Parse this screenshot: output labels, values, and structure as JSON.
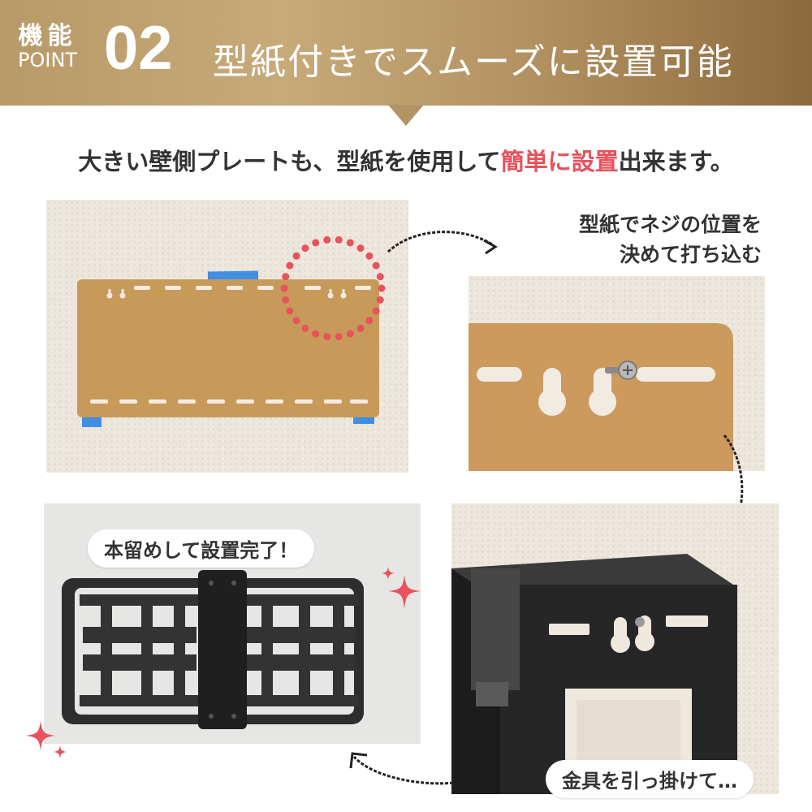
{
  "header": {
    "badge_line1": "機能",
    "badge_line2": "POINT",
    "badge_number": "02",
    "title": "型紙付きでスムーズに設置可能",
    "colors": {
      "gold_start": "#c7aa79",
      "gold_end": "#8c6a3c"
    }
  },
  "intro": {
    "part1": "大きい壁側プレートも、型紙を使用して",
    "highlight1": "簡単に設置",
    "part2": "出来ます。",
    "highlight_color": "#e8525c"
  },
  "steps": {
    "screw_caption_line1": "型紙でネジの位置を",
    "screw_caption_line2": "決めて打ち込む",
    "hook_caption": "金具を引っ掛けて…",
    "done_caption": "本留めして設置完了！"
  },
  "icons": [
    "curved-arrow-icon",
    "sparkle-icon",
    "dotted-circle-icon",
    "screw-icon"
  ]
}
